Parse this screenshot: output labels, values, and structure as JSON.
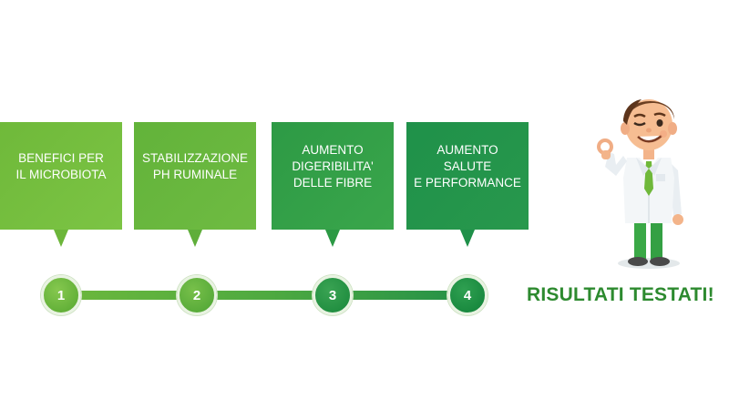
{
  "steps": [
    {
      "number": "1",
      "label": "BENEFICI PER\nIL MICROBIOTA"
    },
    {
      "number": "2",
      "label": "STABILIZZAZIONE\nPH RUMINALE"
    },
    {
      "number": "3",
      "label": "AUMENTO\nDIGERIBILITA'\nDELLE FIBRE"
    },
    {
      "number": "4",
      "label": "AUMENTO SALUTE\nE PERFORMANCE"
    }
  ],
  "tagline": "RISULTATI TESTATI!",
  "colors": {
    "box_1": "#72bc3e",
    "box_2": "#66b63c",
    "box_3": "#33a049",
    "box_4": "#22934a",
    "tagline": "#2d8a2f",
    "doctor_coat": "#f3f6f8",
    "doctor_tie": "#6fb83a",
    "doctor_pants": "#3aa846"
  },
  "illustration": {
    "icon": "doctor-ok-gesture-icon"
  }
}
